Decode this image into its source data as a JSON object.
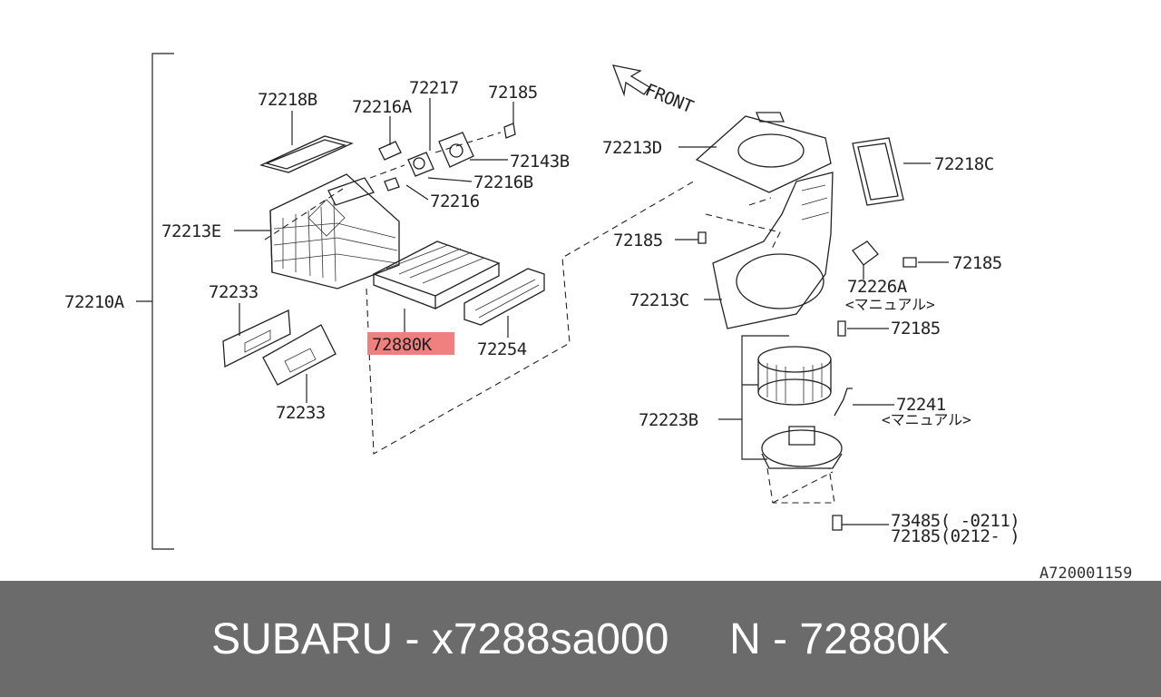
{
  "colors": {
    "footer_bg": "#6b6b6b",
    "footer_text": "#ffffff",
    "highlight": "#f08080",
    "line": "#222222"
  },
  "diagram": {
    "front_label": "FRONT",
    "drawing_id": "A720001159",
    "labels": {
      "assembly": "72210A",
      "p72218B": "72218B",
      "p72216A": "72216A",
      "p72217": "72217",
      "p72185_top": "72185",
      "p72143B": "72143B",
      "p72216B": "72216B",
      "p72216": "72216",
      "p72213E": "72213E",
      "p72233_upper": "72233",
      "p72233_lower": "72233",
      "p72880K": "72880K",
      "p72254": "72254",
      "p72213D": "72213D",
      "p72218C": "72218C",
      "p72185_left": "72185",
      "p72185_right": "72185",
      "p72226A": "72226A",
      "p72226A_note": "<マニュアル>",
      "p72213C": "72213C",
      "p72185_mid": "72185",
      "p72241": "72241",
      "p72241_note": "<マニュアル>",
      "p72223B": "72223B",
      "p73485": "73485(  -0211)",
      "p72185_bottom": "72185(0212-  )"
    }
  },
  "footer": {
    "text": "SUBARU - x7288sa000     N - 72880K"
  }
}
